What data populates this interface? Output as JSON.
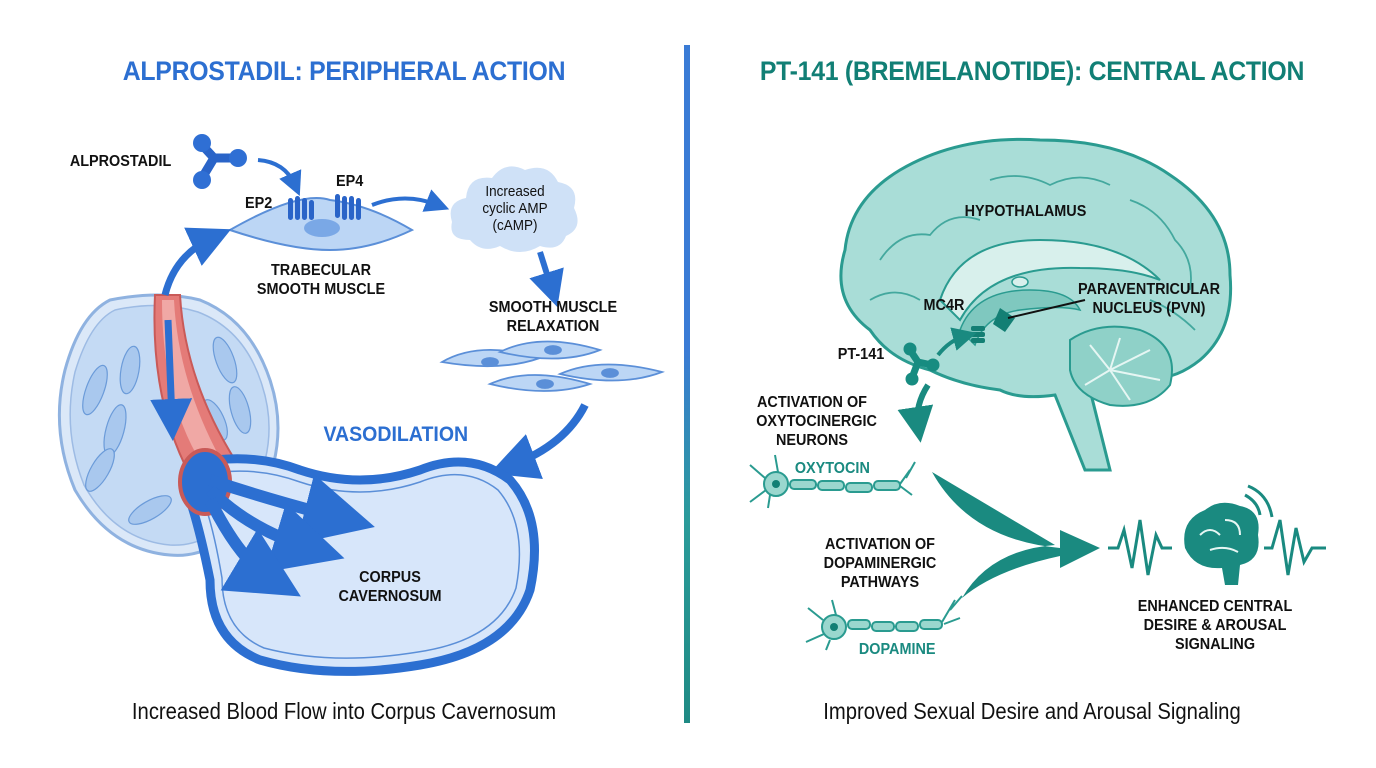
{
  "left_panel": {
    "title": "ALPROSTADIL: PERIPHERAL ACTION",
    "drug_label": "ALPROSTADIL",
    "receptor_1": "EP2",
    "receptor_2": "EP4",
    "cell_label_line1": "TRABECULAR",
    "cell_label_line2": "SMOOTH MUSCLE",
    "cloud_line1": "Increased",
    "cloud_line2": "cyclic AMP",
    "cloud_line3": "(cAMP)",
    "relax_line1": "SMOOTH MUSCLE",
    "relax_line2": "RELAXATION",
    "vasodilation": "VASODILATION",
    "corpus_line1": "CORPUS",
    "corpus_line2": "CAVERNOSUM",
    "caption": "Increased Blood Flow into Corpus Cavernosum",
    "accent_color": "#2c6fd1"
  },
  "right_panel": {
    "title": "PT-141 (BREMELANOTIDE): CENTRAL ACTION",
    "hypothalamus": "HYPOTHALAMUS",
    "pvn_line1": "PARAVENTRICULAR",
    "pvn_line2": "NUCLEUS (PVN)",
    "receptor": "MC4R",
    "drug_label": "PT-141",
    "oxy_line1": "ACTIVATION OF",
    "oxy_line2": "OXYTOCINERGIC",
    "oxy_line3": "NEURONS",
    "oxytocin": "OXYTOCIN",
    "dopa_line1": "ACTIVATION OF",
    "dopa_line2": "DOPAMINERGIC",
    "dopa_line3": "PATHWAYS",
    "dopamine": "DOPAMINE",
    "outcome_line1": "ENHANCED CENTRAL",
    "outcome_line2": "DESIRE & AROUSAL",
    "outcome_line3": "SIGNALING",
    "caption": "Improved Sexual Desire and Arousal Signaling",
    "accent_color": "#117f75"
  }
}
